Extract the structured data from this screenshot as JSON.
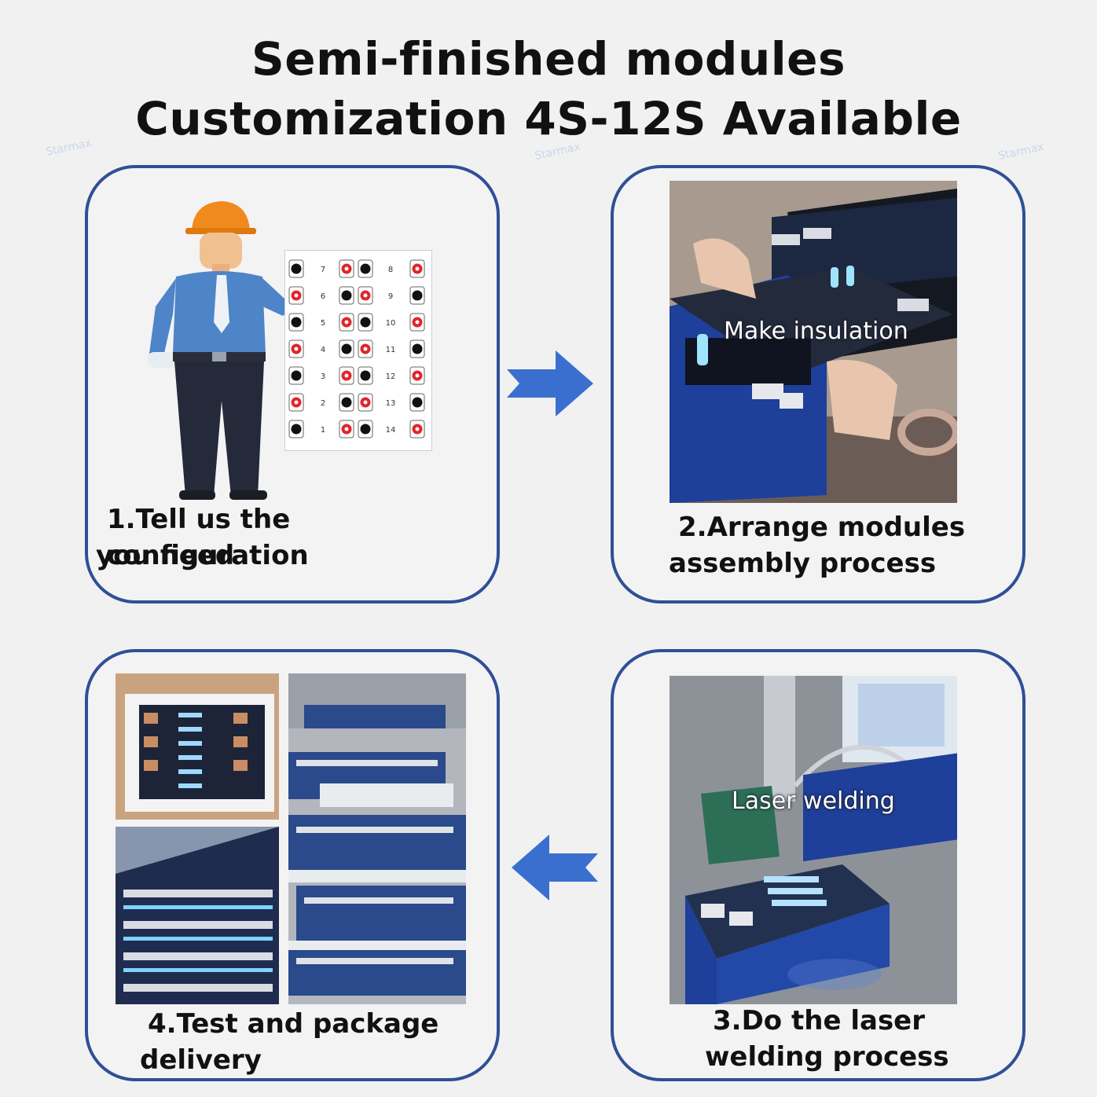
{
  "header": {
    "line1": "Semi-finished modules",
    "line2": "Customization 4S-12S Available"
  },
  "steps": [
    {
      "caption_line1": "1.Tell us the configuration",
      "caption_line2": "you need"
    },
    {
      "caption_line1": "2.Arrange modules",
      "caption_line2": "assembly process",
      "overlay": "Make insulation"
    },
    {
      "caption_line1": "3.Do the laser",
      "caption_line2": "welding process",
      "overlay": "Laser welding"
    },
    {
      "caption_line1": "4.Test and package",
      "caption_line2": "delivery"
    }
  ],
  "grid_numbers": [
    "7",
    "8",
    "6",
    "9",
    "5",
    "10",
    "4",
    "11",
    "3",
    "12",
    "2",
    "13",
    "1",
    "14"
  ],
  "colors": {
    "card_border": "#2f4f97",
    "arrow": "#3a6fd0",
    "terminal_red": "#e0262b"
  }
}
